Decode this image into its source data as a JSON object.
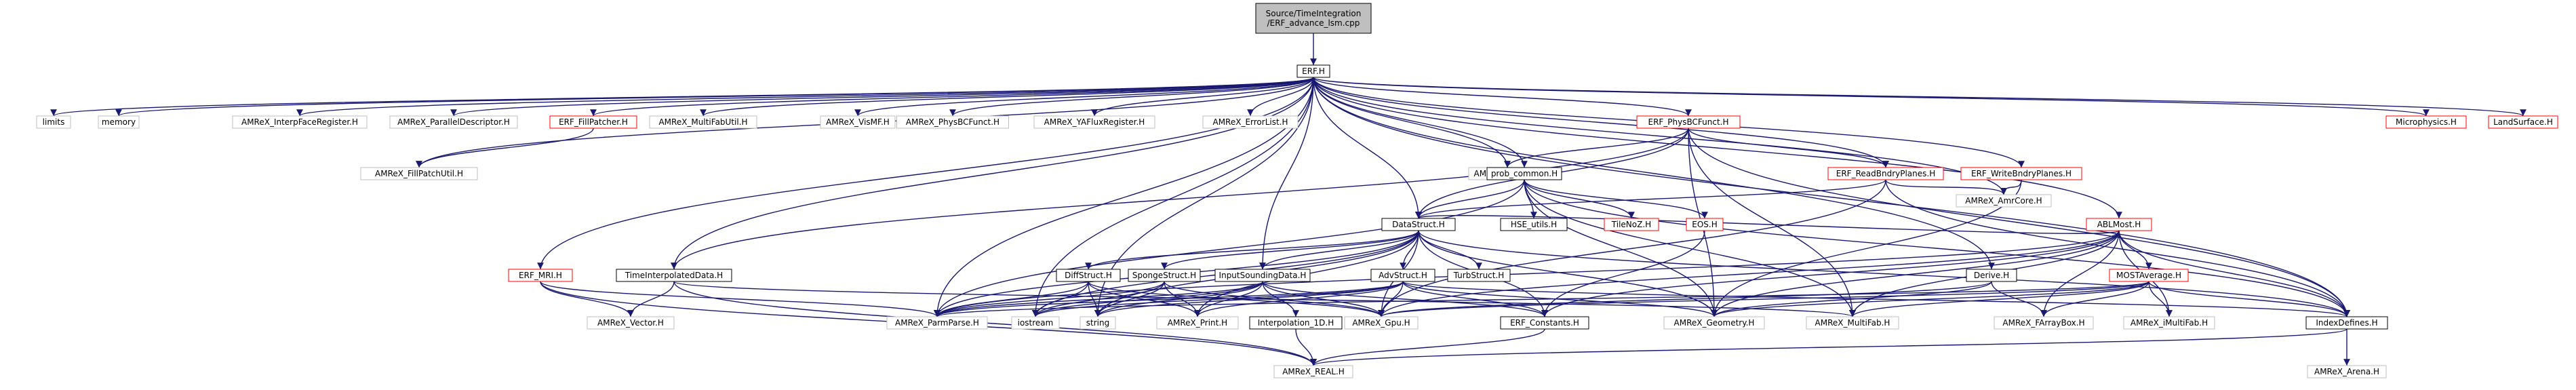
{
  "colors": {
    "edge": "#191970",
    "border_black": "#000000",
    "border_red": "#ff0000",
    "border_grey": "#bfbfbf",
    "fill_root": "#bfbfbf",
    "fill_default": "#ffffff",
    "text": "#000000"
  },
  "nodes": [
    {
      "id": "root",
      "label": "Source/TimeIntegration\n/ERF_advance_lsm.cpp",
      "style": "root"
    },
    {
      "id": "erf",
      "label": "ERF.H",
      "style": "black"
    },
    {
      "id": "limits",
      "label": "limits",
      "style": "grey"
    },
    {
      "id": "memory",
      "label": "memory",
      "style": "grey"
    },
    {
      "id": "interpface",
      "label": "AMReX_InterpFaceRegister.H",
      "style": "grey"
    },
    {
      "id": "paradesc",
      "label": "AMReX_ParallelDescriptor.H",
      "style": "grey"
    },
    {
      "id": "fillpatcher",
      "label": "ERF_FillPatcher.H",
      "style": "red"
    },
    {
      "id": "multifabutil",
      "label": "AMReX_MultiFabUtil.H",
      "style": "grey"
    },
    {
      "id": "vismf",
      "label": "AMReX_VisMF.H",
      "style": "grey"
    },
    {
      "id": "physbcfunct",
      "label": "AMReX_PhysBCFunct.H",
      "style": "grey"
    },
    {
      "id": "yafluxreg",
      "label": "AMReX_YAFluxRegister.H",
      "style": "grey"
    },
    {
      "id": "errorlist",
      "label": "AMReX_ErrorList.H",
      "style": "grey"
    },
    {
      "id": "erfphysbc",
      "label": "ERF_PhysBCFunct.H",
      "style": "red"
    },
    {
      "id": "writebndry",
      "label": "ERF_WriteBndryPlanes.H",
      "style": "red"
    },
    {
      "id": "microphysics",
      "label": "Microphysics.H",
      "style": "red"
    },
    {
      "id": "landsurface",
      "label": "LandSurface.H",
      "style": "red"
    },
    {
      "id": "fillpatchutil",
      "label": "AMReX_FillPatchUtil.H",
      "style": "grey"
    },
    {
      "id": "bcrec",
      "label": "AMReX_BCRec.H",
      "style": "grey"
    },
    {
      "id": "probcommon",
      "label": "prob_common.H",
      "style": "black"
    },
    {
      "id": "readbndry",
      "label": "ERF_ReadBndryPlanes.H",
      "style": "red"
    },
    {
      "id": "amrcore",
      "label": "AMReX_AmrCore.H",
      "style": "grey"
    },
    {
      "id": "ablmost",
      "label": "ABLMost.H",
      "style": "red"
    },
    {
      "id": "datastruct",
      "label": "DataStruct.H",
      "style": "black"
    },
    {
      "id": "hseutils",
      "label": "HSE_utils.H",
      "style": "black"
    },
    {
      "id": "tilenoz",
      "label": "TileNoZ.H",
      "style": "red"
    },
    {
      "id": "eos",
      "label": "EOS.H",
      "style": "red"
    },
    {
      "id": "erfmri",
      "label": "ERF_MRI.H",
      "style": "red"
    },
    {
      "id": "timeinterp",
      "label": "TimeInterpolatedData.H",
      "style": "black"
    },
    {
      "id": "diffstruct",
      "label": "DiffStruct.H",
      "style": "black"
    },
    {
      "id": "spongestruct",
      "label": "SpongeStruct.H",
      "style": "black"
    },
    {
      "id": "inputsounding",
      "label": "InputSoundingData.H",
      "style": "black"
    },
    {
      "id": "advstruct",
      "label": "AdvStruct.H",
      "style": "black"
    },
    {
      "id": "turbstruct",
      "label": "TurbStruct.H",
      "style": "black"
    },
    {
      "id": "derive",
      "label": "Derive.H",
      "style": "black"
    },
    {
      "id": "mostaverage",
      "label": "MOSTAverage.H",
      "style": "red"
    },
    {
      "id": "vector",
      "label": "AMReX_Vector.H",
      "style": "grey"
    },
    {
      "id": "parmparse",
      "label": "AMReX_ParmParse.H",
      "style": "grey"
    },
    {
      "id": "iostream",
      "label": "iostream",
      "style": "grey"
    },
    {
      "id": "string",
      "label": "string",
      "style": "grey"
    },
    {
      "id": "print",
      "label": "AMReX_Print.H",
      "style": "grey"
    },
    {
      "id": "gpu",
      "label": "AMReX_Gpu.H",
      "style": "grey"
    },
    {
      "id": "interp1d",
      "label": "Interpolation_1D.H",
      "style": "black"
    },
    {
      "id": "erfconst",
      "label": "ERF_Constants.H",
      "style": "black"
    },
    {
      "id": "geometry",
      "label": "AMReX_Geometry.H",
      "style": "grey"
    },
    {
      "id": "multifab",
      "label": "AMReX_MultiFab.H",
      "style": "grey"
    },
    {
      "id": "farraybox",
      "label": "AMReX_FArrayBox.H",
      "style": "grey"
    },
    {
      "id": "imultifab",
      "label": "AMReX_iMultiFab.H",
      "style": "grey"
    },
    {
      "id": "indexdefines",
      "label": "IndexDefines.H",
      "style": "black"
    },
    {
      "id": "real",
      "label": "AMReX_REAL.H",
      "style": "grey"
    },
    {
      "id": "arena",
      "label": "AMReX_Arena.H",
      "style": "grey"
    }
  ],
  "edges": [
    [
      "root",
      "erf"
    ],
    [
      "erf",
      "limits"
    ],
    [
      "erf",
      "memory"
    ],
    [
      "erf",
      "interpface"
    ],
    [
      "erf",
      "paradesc"
    ],
    [
      "erf",
      "fillpatcher"
    ],
    [
      "erf",
      "multifabutil"
    ],
    [
      "erf",
      "vismf"
    ],
    [
      "erf",
      "physbcfunct"
    ],
    [
      "erf",
      "yafluxreg"
    ],
    [
      "erf",
      "errorlist"
    ],
    [
      "erf",
      "erfphysbc"
    ],
    [
      "erf",
      "writebndry"
    ],
    [
      "erf",
      "microphysics"
    ],
    [
      "erf",
      "landsurface"
    ],
    [
      "erf",
      "fillpatchutil"
    ],
    [
      "erf",
      "bcrec"
    ],
    [
      "erf",
      "probcommon"
    ],
    [
      "erf",
      "readbndry"
    ],
    [
      "erf",
      "amrcore"
    ],
    [
      "erf",
      "ablmost"
    ],
    [
      "erf",
      "datastruct"
    ],
    [
      "erf",
      "erfmri"
    ],
    [
      "erf",
      "timeinterp"
    ],
    [
      "erf",
      "inputsounding"
    ],
    [
      "erf",
      "derive"
    ],
    [
      "erf",
      "indexdefines"
    ],
    [
      "erf",
      "parmparse"
    ],
    [
      "erf",
      "string"
    ],
    [
      "erf",
      "iostream"
    ],
    [
      "fillpatcher",
      "fillpatchutil"
    ],
    [
      "erfphysbc",
      "bcrec"
    ],
    [
      "erfphysbc",
      "datastruct"
    ],
    [
      "erfphysbc",
      "indexdefines"
    ],
    [
      "erfphysbc",
      "readbndry"
    ],
    [
      "erfphysbc",
      "multifab"
    ],
    [
      "erfphysbc",
      "geometry"
    ],
    [
      "erfphysbc",
      "timeinterp"
    ],
    [
      "probcommon",
      "datastruct"
    ],
    [
      "probcommon",
      "hseutils"
    ],
    [
      "probcommon",
      "tilenoz"
    ],
    [
      "probcommon",
      "eos"
    ],
    [
      "probcommon",
      "geometry"
    ],
    [
      "probcommon",
      "multifab"
    ],
    [
      "probcommon",
      "parmparse"
    ],
    [
      "probcommon",
      "indexdefines"
    ],
    [
      "readbndry",
      "amrcore"
    ],
    [
      "readbndry",
      "datastruct"
    ],
    [
      "readbndry",
      "gpu"
    ],
    [
      "readbndry",
      "indexdefines"
    ],
    [
      "writebndry",
      "amrcore"
    ],
    [
      "writebndry",
      "geometry"
    ],
    [
      "ablmost",
      "gpu"
    ],
    [
      "ablmost",
      "geometry"
    ],
    [
      "ablmost",
      "farraybox"
    ],
    [
      "ablmost",
      "imultifab"
    ],
    [
      "ablmost",
      "indexdefines"
    ],
    [
      "ablmost",
      "mostaverage"
    ],
    [
      "ablmost",
      "multifab"
    ],
    [
      "ablmost",
      "datastruct"
    ],
    [
      "ablmost",
      "erfconst"
    ],
    [
      "ablmost",
      "parmparse"
    ],
    [
      "datastruct",
      "diffstruct"
    ],
    [
      "datastruct",
      "spongestruct"
    ],
    [
      "datastruct",
      "inputsounding"
    ],
    [
      "datastruct",
      "advstruct"
    ],
    [
      "datastruct",
      "turbstruct"
    ],
    [
      "datastruct",
      "parmparse"
    ],
    [
      "datastruct",
      "iostream"
    ],
    [
      "datastruct",
      "string"
    ],
    [
      "datastruct",
      "print"
    ],
    [
      "datastruct",
      "gpu"
    ],
    [
      "datastruct",
      "geometry"
    ],
    [
      "datastruct",
      "erfconst"
    ],
    [
      "datastruct",
      "indexdefines"
    ],
    [
      "eos",
      "erfconst"
    ],
    [
      "erfmri",
      "vector"
    ],
    [
      "erfmri",
      "parmparse"
    ],
    [
      "erfmri",
      "real"
    ],
    [
      "timeinterp",
      "vector"
    ],
    [
      "timeinterp",
      "multifab"
    ],
    [
      "timeinterp",
      "real"
    ],
    [
      "diffstruct",
      "parmparse"
    ],
    [
      "diffstruct",
      "iostream"
    ],
    [
      "diffstruct",
      "string"
    ],
    [
      "diffstruct",
      "print"
    ],
    [
      "diffstruct",
      "gpu"
    ],
    [
      "spongestruct",
      "parmparse"
    ],
    [
      "spongestruct",
      "iostream"
    ],
    [
      "spongestruct",
      "string"
    ],
    [
      "spongestruct",
      "print"
    ],
    [
      "spongestruct",
      "gpu"
    ],
    [
      "inputsounding",
      "parmparse"
    ],
    [
      "inputsounding",
      "string"
    ],
    [
      "inputsounding",
      "print"
    ],
    [
      "inputsounding",
      "gpu"
    ],
    [
      "inputsounding",
      "interp1d"
    ],
    [
      "inputsounding",
      "erfconst"
    ],
    [
      "inputsounding",
      "iostream"
    ],
    [
      "advstruct",
      "parmparse"
    ],
    [
      "advstruct",
      "iostream"
    ],
    [
      "advstruct",
      "string"
    ],
    [
      "advstruct",
      "print"
    ],
    [
      "advstruct",
      "gpu"
    ],
    [
      "advstruct",
      "geometry"
    ],
    [
      "advstruct",
      "erfconst"
    ],
    [
      "advstruct",
      "indexdefines"
    ],
    [
      "derive",
      "farraybox"
    ],
    [
      "derive",
      "geometry"
    ],
    [
      "derive",
      "gpu"
    ],
    [
      "mostaverage",
      "gpu"
    ],
    [
      "mostaverage",
      "geometry"
    ],
    [
      "mostaverage",
      "farraybox"
    ],
    [
      "mostaverage",
      "imultifab"
    ],
    [
      "mostaverage",
      "multifab"
    ],
    [
      "mostaverage",
      "indexdefines"
    ],
    [
      "mostaverage",
      "parmparse"
    ],
    [
      "interp1d",
      "real"
    ],
    [
      "erfconst",
      "real"
    ],
    [
      "indexdefines",
      "real"
    ],
    [
      "indexdefines",
      "arena"
    ]
  ]
}
